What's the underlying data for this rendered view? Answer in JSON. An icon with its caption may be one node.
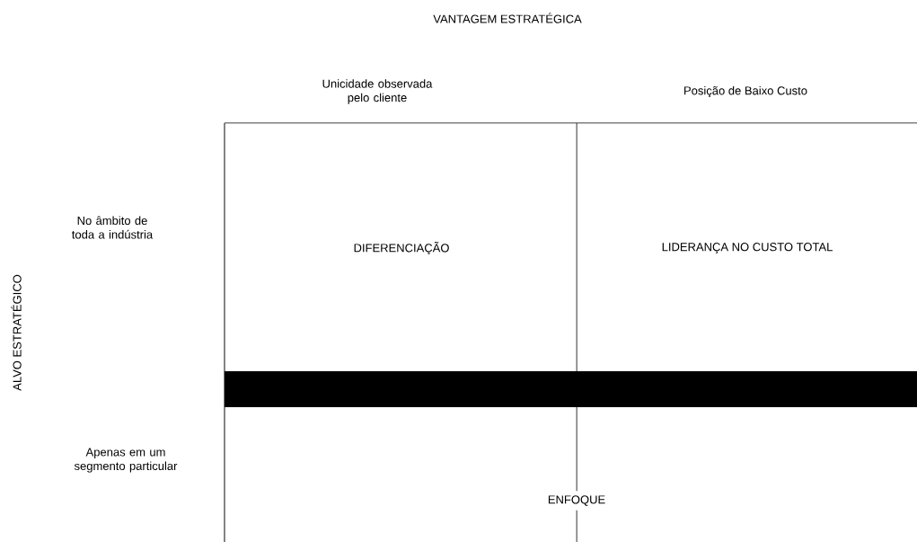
{
  "diagram": {
    "nodes": [
      {
        "text": [],
        "shape": "bar"
      }
    ],
    "labels": [
      "VANTAGEM ESTRATÉGICA",
      "Unicidade observada pelo cliente",
      "Posição de Baixo Custo",
      "ALVO ESTRATÉGICO",
      "No âmbito de toda a indústria",
      "DIFERENCIAÇÃO",
      "LIDERANÇA NO CUSTO TOTAL",
      "Apenas em um segmento particular",
      "ENFOQUE"
    ]
  }
}
